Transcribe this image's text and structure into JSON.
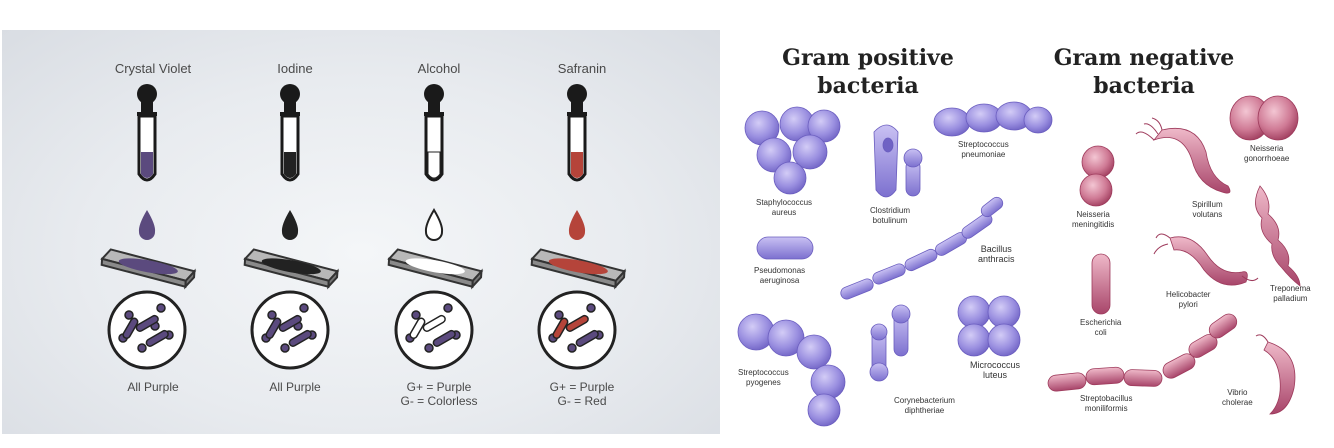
{
  "staining": {
    "steps": [
      {
        "label": "Crystal Violet",
        "result_line1": "All Purple",
        "result_line2": "",
        "reagent_color": "#5b4a7e"
      },
      {
        "label": "Iodine",
        "result_line1": "All Purple",
        "result_line2": "",
        "reagent_color": "#222222"
      },
      {
        "label": "Alcohol",
        "result_line1": "G+ = Purple",
        "result_line2": "G- = Colorless",
        "reagent_color": "#ffffff"
      },
      {
        "label": "Safranin",
        "result_line1": "G+ = Purple",
        "result_line2": "G- = Red",
        "reagent_color": "#b5443a"
      }
    ],
    "icons": [
      "dropper-tube-icon",
      "droplet-icon",
      "slide-icon",
      "microscope-view-icon"
    ]
  },
  "gram_positive": {
    "title_line1": "Gram positive",
    "title_line2": "bacteria",
    "color": "#8a7fd6",
    "species": [
      {
        "l1": "Staphylococcus",
        "l2": "aureus"
      },
      {
        "l1": "Clostridium",
        "l2": "botulinum"
      },
      {
        "l1": "Streptococcus",
        "l2": "pneumoniae"
      },
      {
        "l1": "Bacillus",
        "l2": "anthracis"
      },
      {
        "l1": "Pseudomonas",
        "l2": "aeruginosa"
      },
      {
        "l1": "Streptococcus",
        "l2": "pyogenes"
      },
      {
        "l1": "Corynebacterium",
        "l2": "diphtheriae"
      },
      {
        "l1": "Micrococcus",
        "l2": "luteus"
      }
    ]
  },
  "gram_negative": {
    "title_line1": "Gram negative",
    "title_line2": "bacteria",
    "color": "#c0607e",
    "species": [
      {
        "l1": "Neisseria",
        "l2": "gonorrhoeae"
      },
      {
        "l1": "Neisseria",
        "l2": "meningitidis"
      },
      {
        "l1": "Spirillum",
        "l2": "volutans"
      },
      {
        "l1": "Helicobacter",
        "l2": "pylori"
      },
      {
        "l1": "Treponema",
        "l2": "palladium"
      },
      {
        "l1": "Escherichia",
        "l2": "coli"
      },
      {
        "l1": "Streptobacillus",
        "l2": "moniliformis"
      },
      {
        "l1": "Vibrio",
        "l2": "cholerae"
      }
    ]
  }
}
